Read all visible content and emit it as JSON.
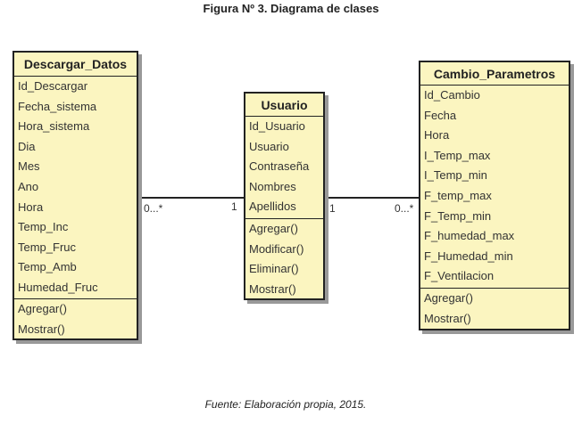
{
  "caption": "Figura Nº 3. Diagrama de clases",
  "source": "Fuente: Elaboración propia, 2015.",
  "classes": {
    "descargar": {
      "name": "Descargar_Datos",
      "attributes": [
        "Id_Descargar",
        "Fecha_sistema",
        "Hora_sistema",
        "Dia",
        "Mes",
        "Ano",
        "Hora",
        "Temp_Inc",
        "Temp_Fruc",
        "Temp_Amb",
        "Humedad_Fruc"
      ],
      "methods": [
        "Agregar()",
        "Mostrar()"
      ]
    },
    "usuario": {
      "name": "Usuario",
      "attributes": [
        "Id_Usuario",
        "Usuario",
        "Contraseña",
        "Nombres",
        "Apellidos"
      ],
      "methods": [
        "Agregar()",
        "Modificar()",
        "Eliminar()",
        "Mostrar()"
      ]
    },
    "cambio": {
      "name": "Cambio_Parametros",
      "attributes": [
        "Id_Cambio",
        "Fecha",
        "Hora",
        "I_Temp_max",
        "I_Temp_min",
        "F_temp_max",
        "F_Temp_min",
        "F_humedad_max",
        "F_Humedad_min",
        "F_Ventilacion"
      ],
      "methods": [
        "Agregar()",
        "Mostrar()"
      ]
    }
  },
  "associations": [
    {
      "from": "Descargar_Datos",
      "to": "Usuario",
      "from_mult": "0...*",
      "to_mult": "1"
    },
    {
      "from": "Usuario",
      "to": "Cambio_Parametros",
      "from_mult": "1",
      "to_mult": "0...*"
    }
  ]
}
